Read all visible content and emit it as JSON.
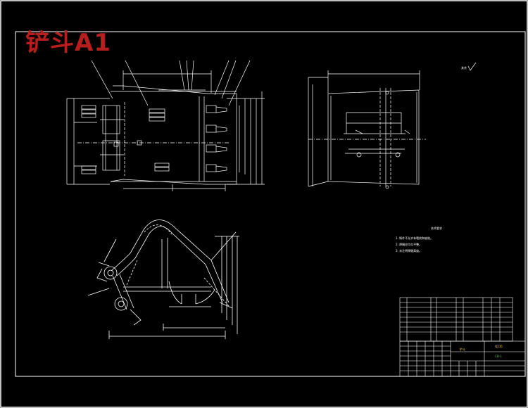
{
  "watermark": "铲斗A1",
  "roughness_symbol": "其余",
  "tech_requirements": {
    "title": "技术要求",
    "items": [
      "1. 铸件不允许有裂纹和缺陷。",
      "2. 焊缝应均匀平整。",
      "3. 未注明焊缝高度。"
    ]
  },
  "title_block": {
    "part_name": "铲斗",
    "drawing_no": "CD-1",
    "material": "Q235"
  },
  "colors": {
    "background": "#000000",
    "line": "#ffffff",
    "watermark": "#b71e1e",
    "green_text": "#3fd23f",
    "yellow_text": "#ffd84a"
  }
}
